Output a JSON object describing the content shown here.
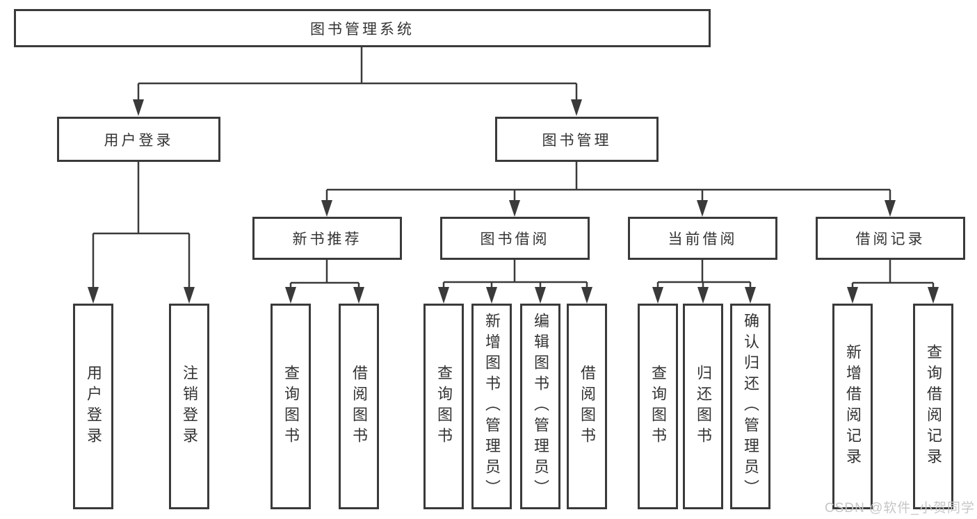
{
  "diagram": {
    "title": "图书管理系统",
    "user_login": {
      "label": "用户登录",
      "children": [
        {
          "label": "用户登录"
        },
        {
          "label": "注销登录"
        }
      ]
    },
    "book_management": {
      "label": "图书管理",
      "sections": [
        {
          "label": "新书推荐",
          "children": [
            {
              "label": "查询图书"
            },
            {
              "label": "借阅图书"
            }
          ]
        },
        {
          "label": "图书借阅",
          "children": [
            {
              "label": "查询图书"
            },
            {
              "label": "新增图书（管理员）"
            },
            {
              "label": "编辑图书（管理员）"
            },
            {
              "label": "借阅图书"
            }
          ]
        },
        {
          "label": "当前借阅",
          "children": [
            {
              "label": "查询图书"
            },
            {
              "label": "归还图书"
            },
            {
              "label": "确认归还（管理员）"
            }
          ]
        },
        {
          "label": "借阅记录",
          "children": [
            {
              "label": "新增借阅记录"
            },
            {
              "label": "查询借阅记录"
            }
          ]
        }
      ]
    },
    "watermark": "CSDN @软件_小贺同学",
    "colors": {
      "line": "#3a3a3a",
      "text": "#333333",
      "watermark": "#c6c6c6",
      "background": "#ffffff"
    }
  }
}
